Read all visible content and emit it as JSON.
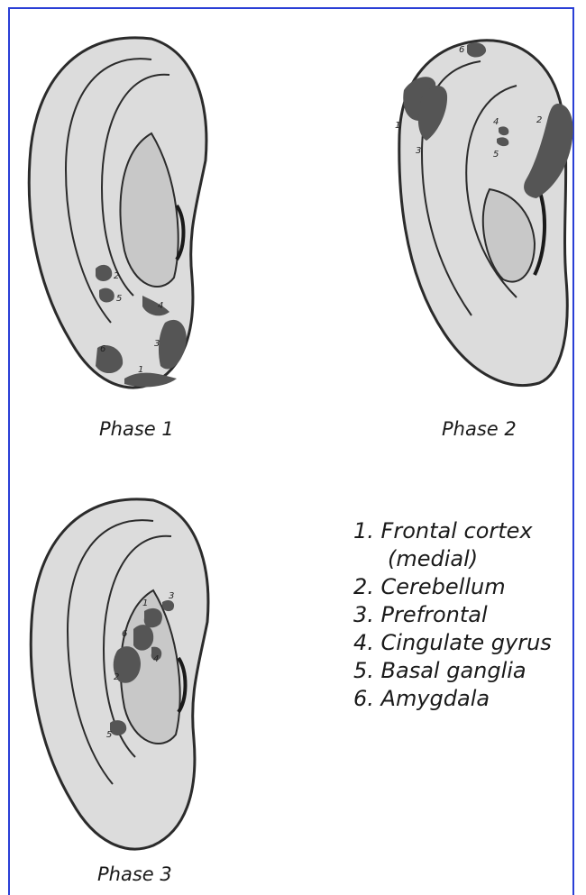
{
  "phases": [
    {
      "caption": "Phase 1"
    },
    {
      "caption": "Phase 2"
    },
    {
      "caption": "Phase 3"
    }
  ],
  "region_numbers": [
    "1",
    "2",
    "3",
    "4",
    "5",
    "6"
  ],
  "legend": {
    "items": [
      {
        "line1": "1. Frontal cortex",
        "line2": "(medial)"
      },
      {
        "line1": "2. Cerebellum"
      },
      {
        "line1": "3. Prefrontal"
      },
      {
        "line1": "4. Cingulate gyrus"
      },
      {
        "line1": "5. Basal ganglia"
      },
      {
        "line1": "6. Amygdala"
      }
    ]
  },
  "colors": {
    "frame": "#2a3fd6",
    "ear_fill": "#dcdcdc",
    "ear_outline": "#2b2b2b",
    "region_fill": "#555555"
  }
}
